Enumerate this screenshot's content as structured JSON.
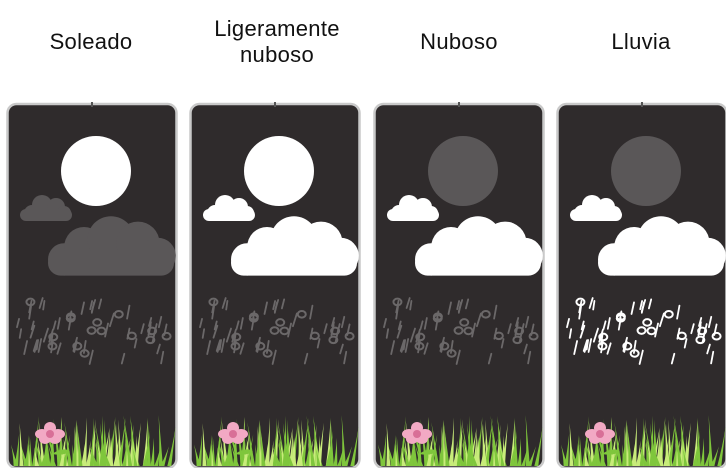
{
  "panels": [
    {
      "label": "Soleado",
      "sun": "bright",
      "cloud_small": "dim",
      "cloud_big": "dim",
      "rain": "dim"
    },
    {
      "label": "Ligeramente nuboso",
      "sun": "bright",
      "cloud_small": "bright",
      "cloud_big": "bright",
      "rain": "dim"
    },
    {
      "label": "Nuboso",
      "sun": "dim",
      "cloud_small": "bright",
      "cloud_big": "bright",
      "rain": "dim"
    },
    {
      "label": "Lluvia",
      "sun": "dim",
      "cloud_small": "bright",
      "cloud_big": "bright",
      "rain": "bright"
    }
  ],
  "colors": {
    "panel_bg": "#2f2b2c",
    "panel_border": "#c9c9c9",
    "bright": "#ffffff",
    "dim": "#5a5758",
    "rain_dim": "#6b6869",
    "grass": "#7fc63c",
    "grass_light": "#c8ec7a",
    "flower": "#f2a9c4",
    "flower_dark": "#d86f97"
  },
  "icons": {
    "sun": "sun-icon",
    "cloud_small": "small-cloud-icon",
    "cloud_big": "big-cloud-icon",
    "rain": "rain-drops-icon",
    "grass": "grass-icon",
    "flower": "flower-icon"
  }
}
